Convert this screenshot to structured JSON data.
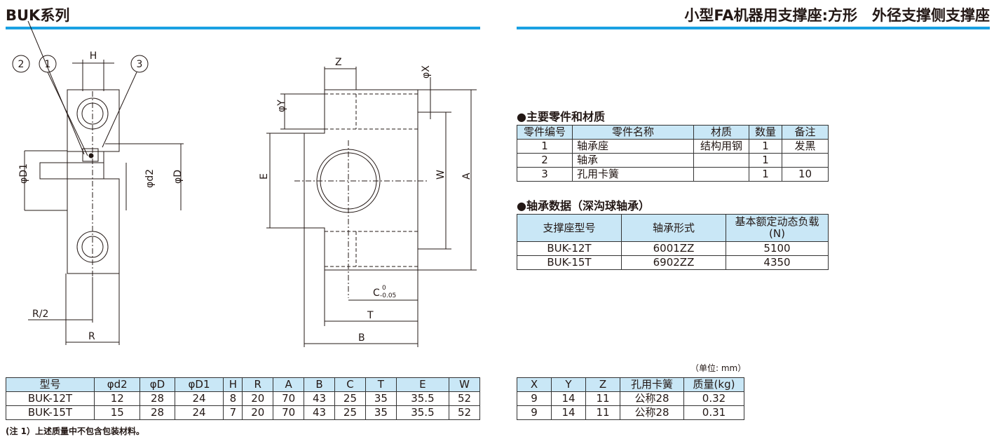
{
  "header": {
    "left_title": "BUK系列",
    "right_title": "小型FA机器用支撑座:方形　外径支撑侧支撑座",
    "accent": "#1aa1e2"
  },
  "drawing": {
    "callouts": [
      "2",
      "1",
      "3"
    ],
    "left_labels": {
      "H": "H",
      "D1": "φD1",
      "d2": "φd2",
      "D": "φD",
      "R2": "R/2",
      "R": "R"
    },
    "mid_labels": {
      "Z": "Z",
      "X": "φX",
      "Y": "φY",
      "E": "E",
      "W": "W",
      "A": "A",
      "C": "C",
      "C_tol_up": "0",
      "C_tol_low": "-0.05",
      "T": "T",
      "B": "B"
    }
  },
  "parts": {
    "heading": "●主要零件和材质",
    "headers": [
      "零件编号",
      "零件名称",
      "材质",
      "数量",
      "备注"
    ],
    "rows": [
      [
        "1",
        "轴承座",
        "结构用钢",
        "1",
        "发黑"
      ],
      [
        "2",
        "轴承",
        "",
        "1",
        ""
      ],
      [
        "3",
        "孔用卡簧",
        "",
        "1",
        "10"
      ]
    ]
  },
  "bearing": {
    "heading": "●轴承数据（深沟球轴承）",
    "headers": [
      "支撑座型号",
      "轴承形式",
      "基本额定动态负载",
      "(N)"
    ],
    "rows": [
      [
        "BUK-12T",
        "6001ZZ",
        "5100"
      ],
      [
        "BUK-15T",
        "6902ZZ",
        "4350"
      ]
    ]
  },
  "unit": "（单位: mm）",
  "dims": {
    "headers": [
      "型号",
      "φd2",
      "φD",
      "φD1",
      "H",
      "R",
      "A",
      "B",
      "C",
      "T",
      "E",
      "W"
    ],
    "rows": [
      [
        "BUK-12T",
        "12",
        "28",
        "24",
        "8",
        "20",
        "70",
        "43",
        "25",
        "35",
        "35.5",
        "52"
      ],
      [
        "BUK-15T",
        "15",
        "28",
        "24",
        "7",
        "20",
        "70",
        "43",
        "25",
        "35",
        "35.5",
        "52"
      ]
    ]
  },
  "dims2": {
    "headers": [
      "X",
      "Y",
      "Z",
      "孔用卡簧",
      "质量(kg)"
    ],
    "rows": [
      [
        "9",
        "14",
        "11",
        "公称28",
        "0.32"
      ],
      [
        "9",
        "14",
        "11",
        "公称28",
        "0.31"
      ]
    ]
  },
  "footnote": "(注 1）上述质量中不包含包装材料。"
}
